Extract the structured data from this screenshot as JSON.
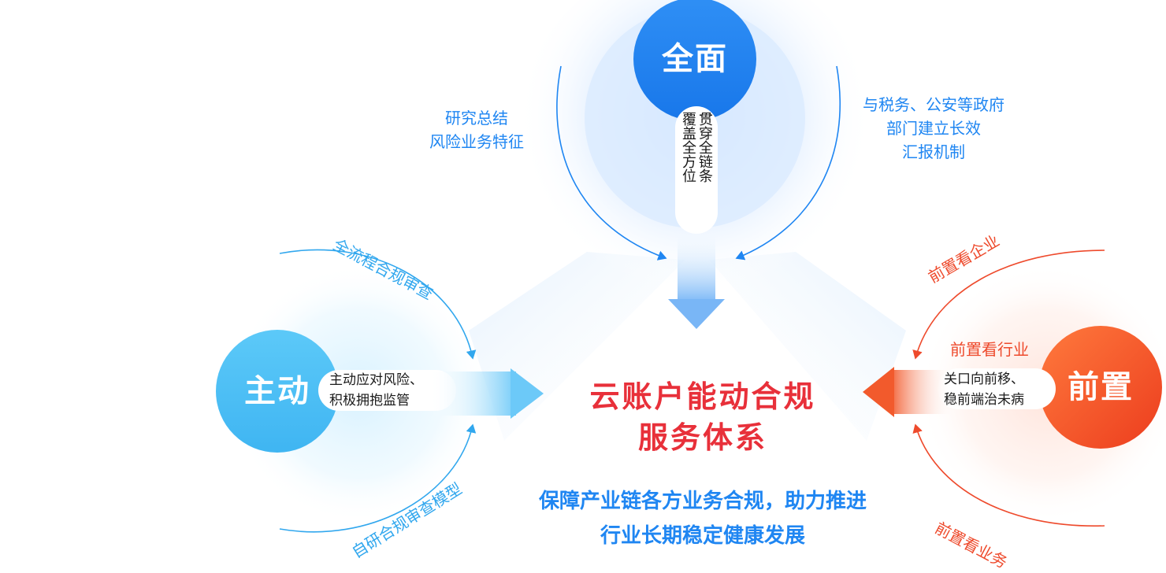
{
  "center": {
    "title_line1": "云账户能动合规",
    "title_line2": "服务体系",
    "subtitle_line1": "保障产业链各方业务合规，助力推进",
    "subtitle_line2": "行业长期稳定健康发展"
  },
  "top_node": {
    "title": "全面",
    "pill_col1": "覆盖全方位",
    "pill_col2": "贯穿全链条",
    "left_note_line1": "研究总结",
    "left_note_line2": "风险业务特征",
    "right_note_line1": "与税务、公安等政府",
    "right_note_line2": "部门建立长效",
    "right_note_line3": "汇报机制"
  },
  "left_node": {
    "title": "主动",
    "pill_line1": "主动应对风险、",
    "pill_line2": "积极拥抱监管",
    "arc_top_label": "全流程合规审查",
    "arc_bottom_label": "自研合规审查模型"
  },
  "right_node": {
    "title": "前置",
    "pill_line1": "关口向前移、",
    "pill_line2": "稳前端治未病",
    "side_label": "前置看行业",
    "arc_top_label": "前置看企业",
    "arc_bottom_label": "前置看业务"
  },
  "colors": {
    "blue": "#1f86f2",
    "sky": "#4cc3f6",
    "red": "#f0552a",
    "title_red": "#e8303a"
  }
}
